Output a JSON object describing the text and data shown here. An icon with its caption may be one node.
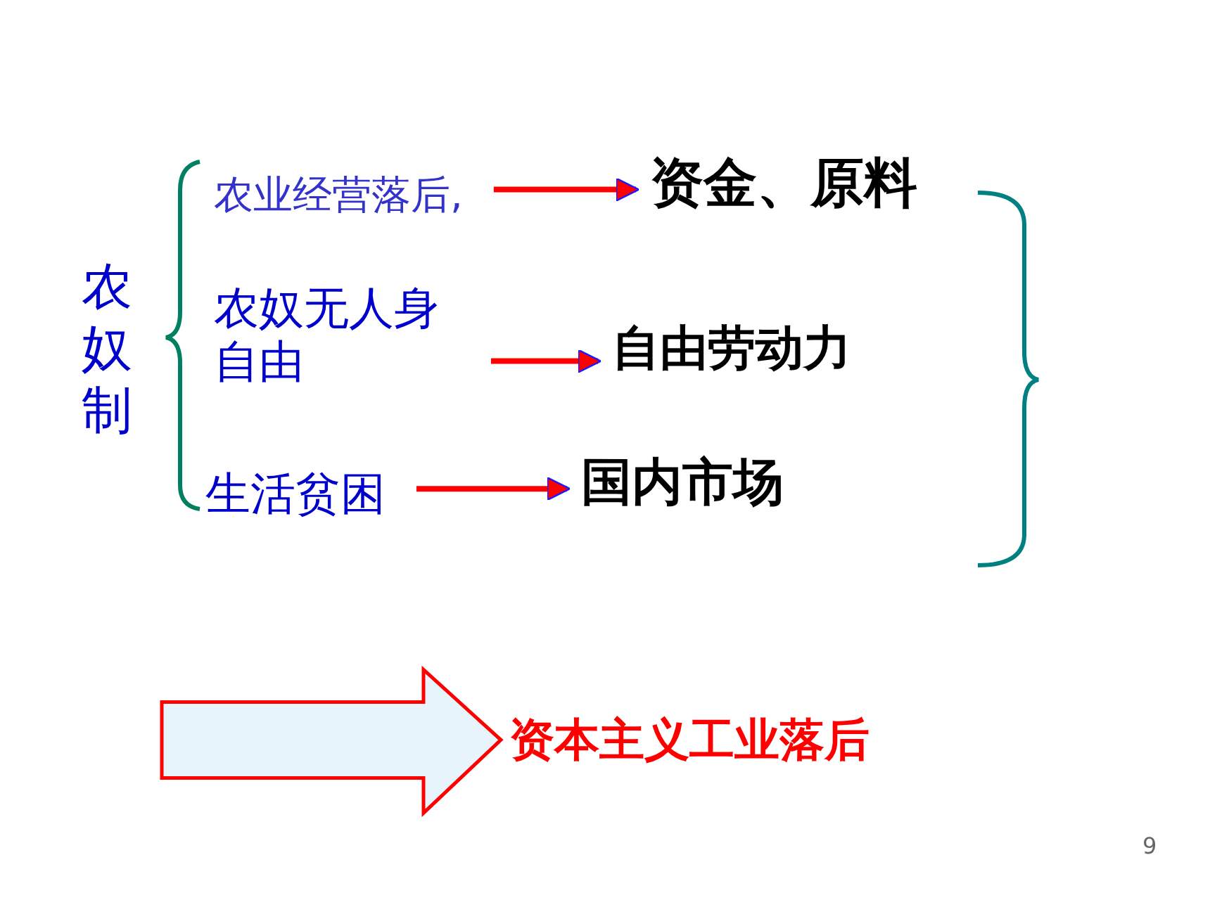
{
  "diagram": {
    "nodes": [
      {
        "text": [
          "农奴制"
        ]
      },
      {
        "text": [
          "农业经营落后,"
        ]
      },
      {
        "text": [
          "资金、原料"
        ]
      },
      {
        "text": [
          "农奴无人身自由"
        ]
      },
      {
        "text": [
          "自由劳动力"
        ]
      },
      {
        "text": [
          "生活贫困"
        ]
      },
      {
        "text": [
          "国内市场"
        ]
      },
      {
        "text": [
          "资本主义工业落后"
        ]
      }
    ],
    "edges": [
      {
        "from": 1,
        "to": 2,
        "arrow": "to"
      },
      {
        "from": 3,
        "to": 4,
        "arrow": "to"
      },
      {
        "from": 5,
        "to": 6,
        "arrow": "to"
      },
      {
        "from": null,
        "to": 7,
        "arrow": "to",
        "style": "thick"
      }
    ],
    "labels": [
      "9"
    ]
  }
}
